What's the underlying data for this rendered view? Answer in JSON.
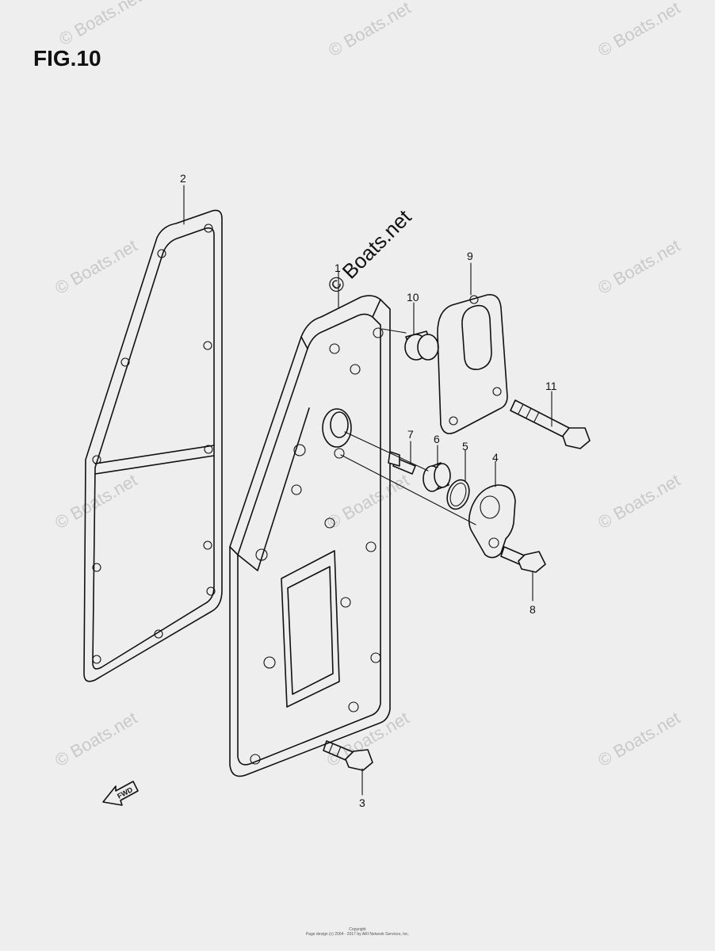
{
  "figure": {
    "title": "FIG.10"
  },
  "watermark": {
    "text": "© Boats.net"
  },
  "fwd_label": "FWD",
  "callouts": {
    "c1": "1",
    "c2": "2",
    "c3": "3",
    "c4": "4",
    "c5": "5",
    "c6": "6",
    "c7": "7",
    "c8": "8",
    "c9": "9",
    "c10": "10",
    "c11": "11"
  },
  "footer": {
    "line1": "Copyright",
    "line2": "Page design (c) 2004 - 2017 by ARI Network Services, Inc."
  }
}
